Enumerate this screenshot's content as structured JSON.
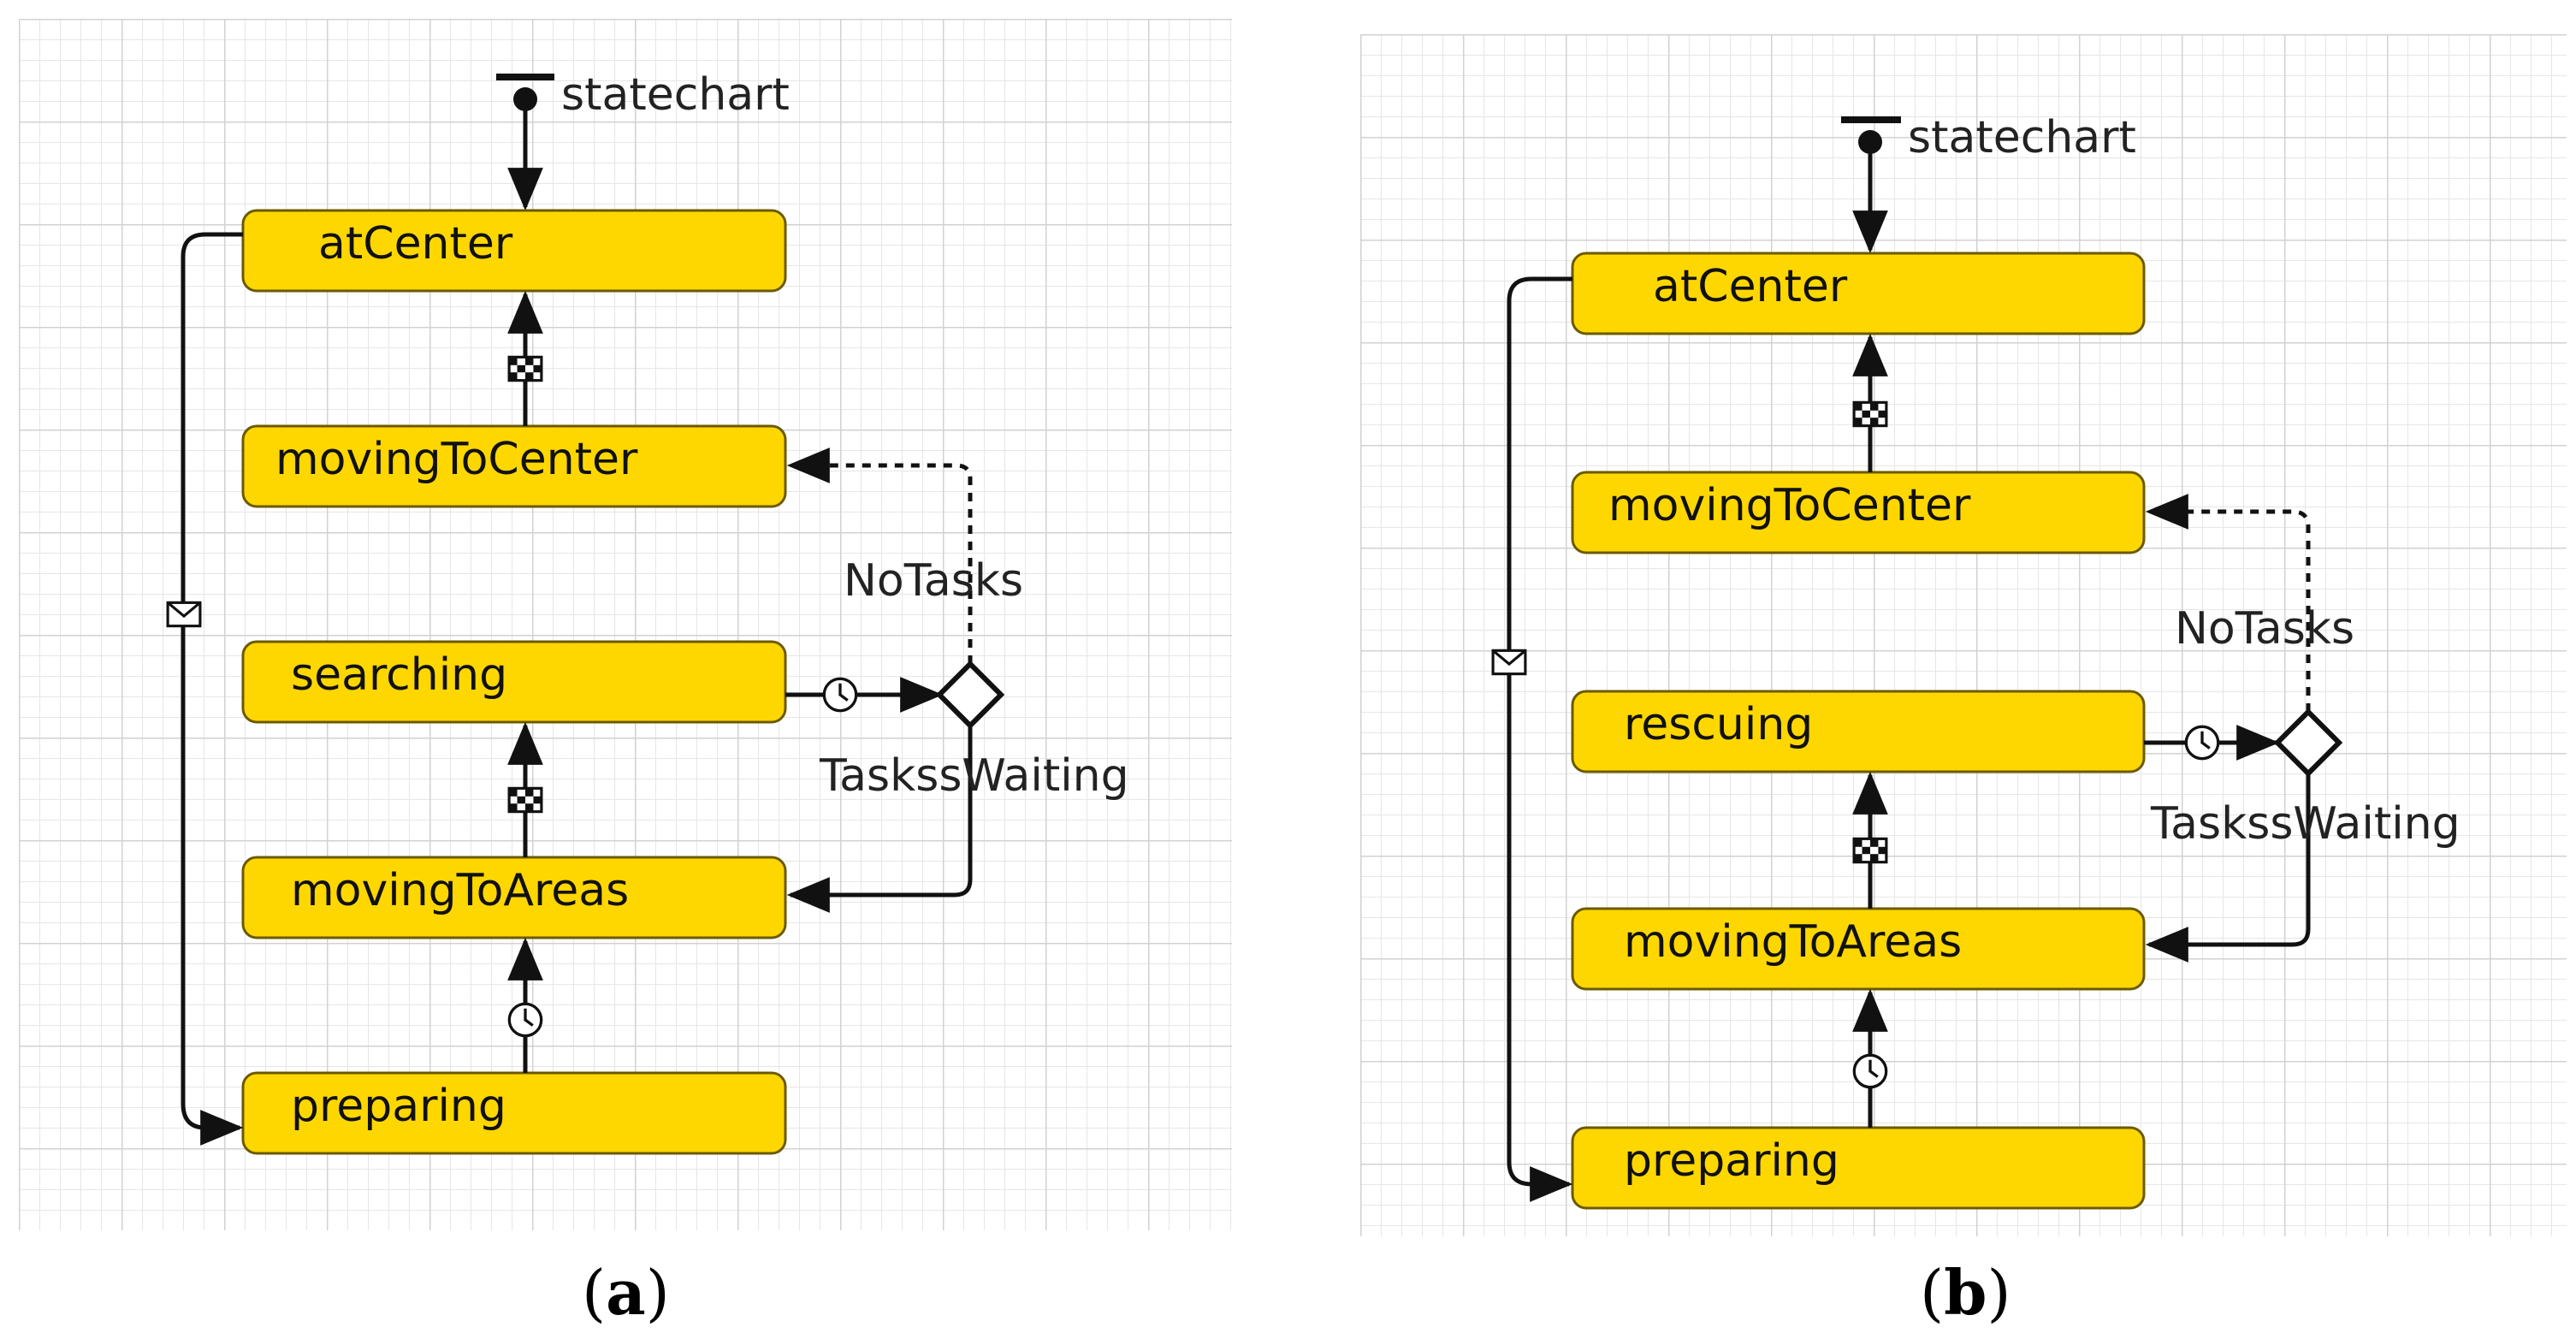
{
  "panels": [
    {
      "label_open": "(",
      "label_letter": "a",
      "label_close": ")",
      "entry_label": "statechart",
      "states": [
        "atCenter",
        "movingToCenter",
        "searching",
        "movingToAreas",
        "preparing"
      ],
      "branch_labels": {
        "no_tasks": "NoTasks",
        "tasks_waiting": "TaskssWaiting"
      }
    },
    {
      "label_open": "(",
      "label_letter": "b",
      "label_close": ")",
      "entry_label": "statechart",
      "states": [
        "atCenter",
        "movingToCenter",
        "rescuing",
        "movingToAreas",
        "preparing"
      ],
      "branch_labels": {
        "no_tasks": "NoTasks",
        "tasks_waiting": "TaskssWaiting"
      }
    }
  ],
  "colors": {
    "state_fill": "#FFD700",
    "state_stroke": "#6b5a00",
    "grid_minor": "#e8e8e8",
    "grid_major": "#d4d4d4",
    "line": "#111111"
  },
  "icons": {
    "message": "envelope-icon",
    "condition": "checkered-flag-icon",
    "timeout": "clock-icon"
  }
}
